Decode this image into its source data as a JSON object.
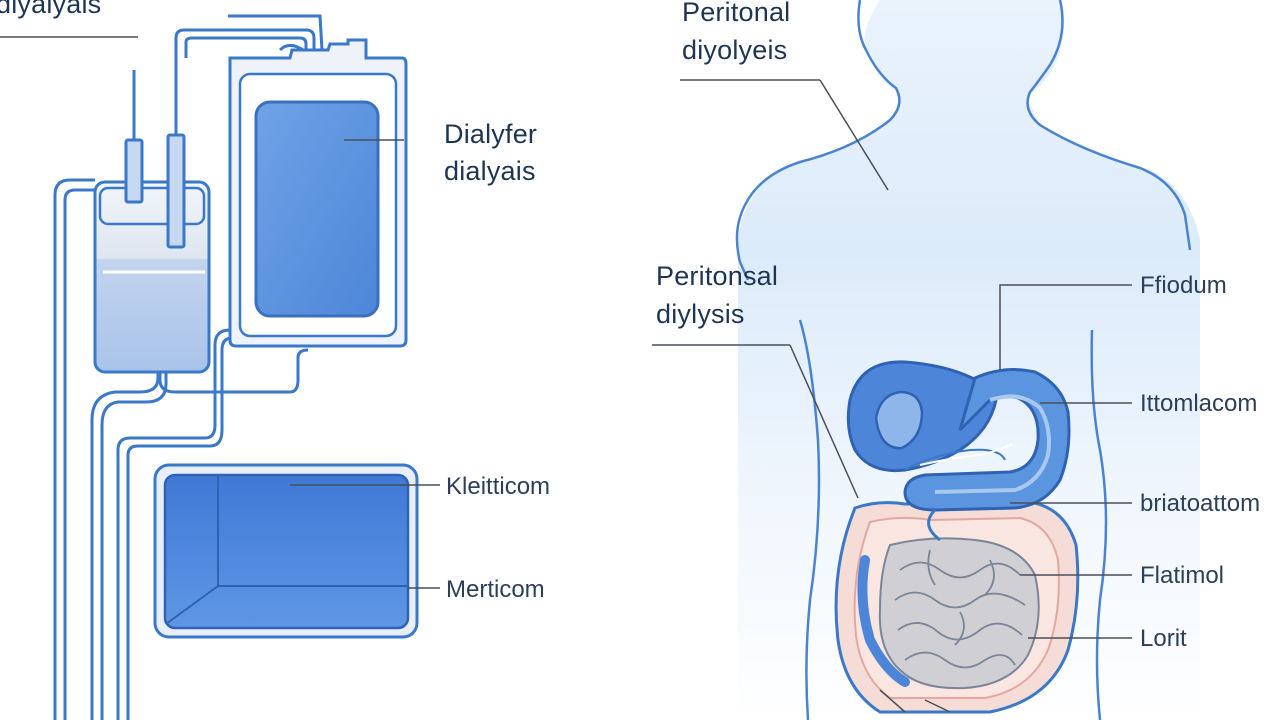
{
  "labels": {
    "top_left_partial": "diyalyais",
    "dialyfer_line1": "Dialyfer",
    "dialyfer_line2": "dialyais",
    "kleitticom": "Kleitticom",
    "merticom": "Merticom",
    "peritonal_top_line1": "Peritonal",
    "peritonal_top_line2": "diyolyeis",
    "peritonsal_line1": "Peritonsal",
    "peritonsal_line2": "diylysis",
    "ffiodum": "Ffiodum",
    "ittomlacom": "Ittomlacom",
    "briatoattom": "briatoattom",
    "flatimol": "Flatimol",
    "lorit": "Lorit"
  },
  "colors": {
    "outline": "#3a78c8",
    "bag_fill": "#b9cfee",
    "dialyzer_fill": "#5b95e0",
    "tray_fill": "#4c86dd",
    "body_fill": "#cfe2f7",
    "organ_fill": "#4d86d8",
    "intestine_fill": "#cfcfd4",
    "peritoneum_fill": "#f6dcd6",
    "label_text": "#1d3553",
    "leader_line": "#4a4f58"
  }
}
